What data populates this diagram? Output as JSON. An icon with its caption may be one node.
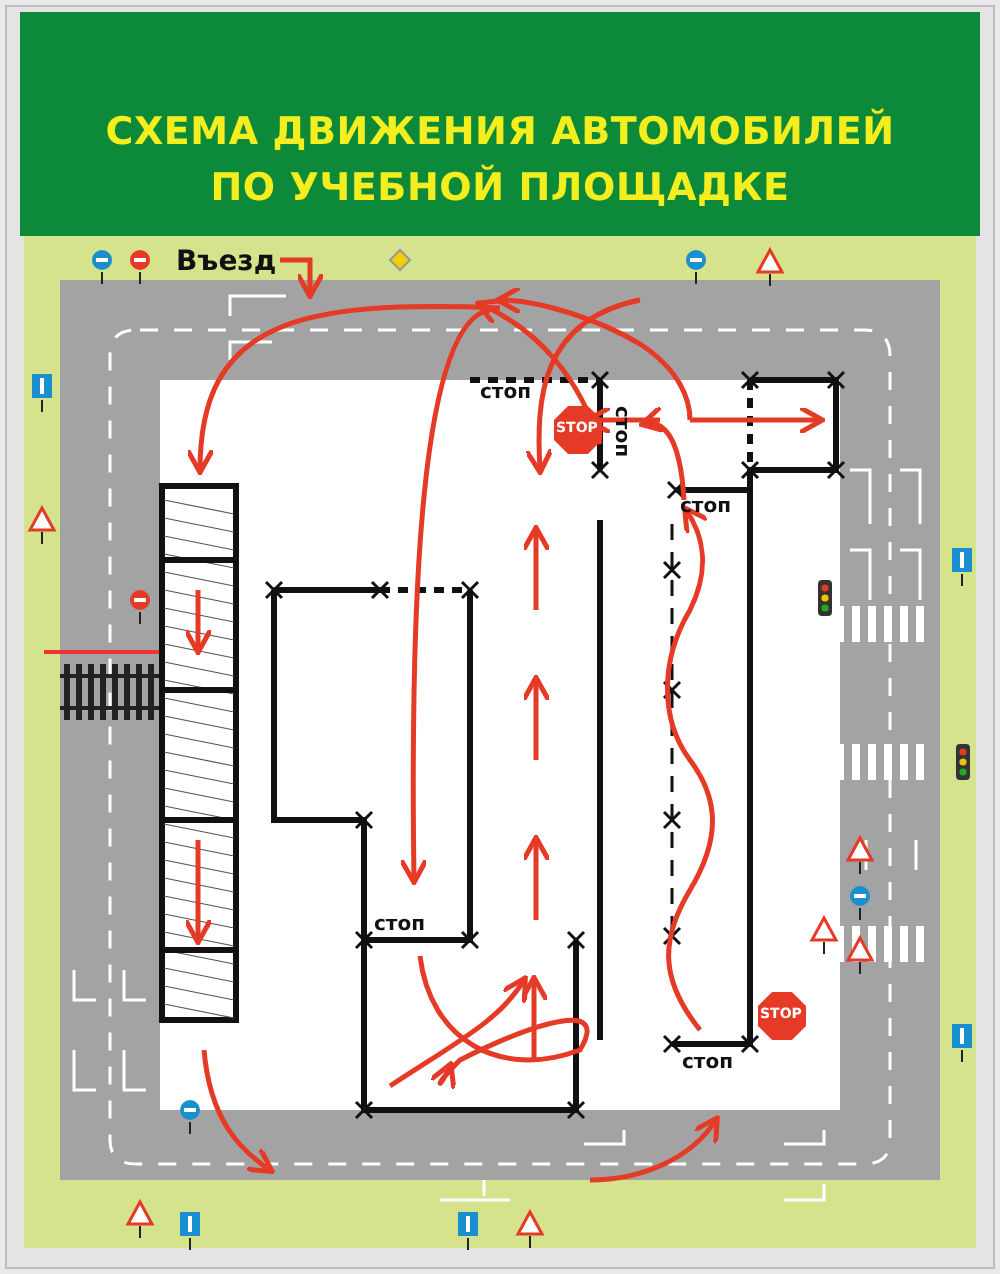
{
  "diagram": {
    "title": "СХЕМА ДВИЖЕНИЯ  АВТОМОБИЛЕЙ ПО УЧЕБНОЙ ПЛОЩАДКЕ",
    "labels": [
      "Въезд",
      "стоп",
      "STOP",
      "стоп",
      "стоп",
      "стоп",
      "STOP",
      "стоп"
    ]
  }
}
